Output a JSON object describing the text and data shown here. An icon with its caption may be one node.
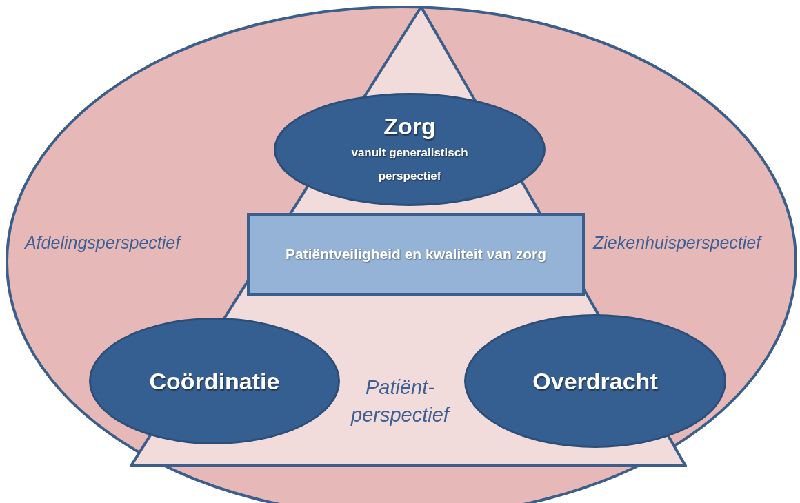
{
  "diagram": {
    "nodes": [
      {
        "text": [
          "Afdelingsperspectief",
          "Ziekenhuisperspectief"
        ]
      },
      {
        "text": [
          "Patiënt- perspectief"
        ],
        "in": 0
      },
      {
        "text": [
          "Zorg",
          "vanuit generalistisch perspectief"
        ],
        "in": 1
      },
      {
        "text": [
          "Patiëntveiligheid en kwaliteit van zorg"
        ],
        "in": 1
      },
      {
        "text": [
          "Coördinatie"
        ],
        "in": 0
      },
      {
        "text": [
          "Overdracht"
        ],
        "in": 0
      }
    ]
  }
}
